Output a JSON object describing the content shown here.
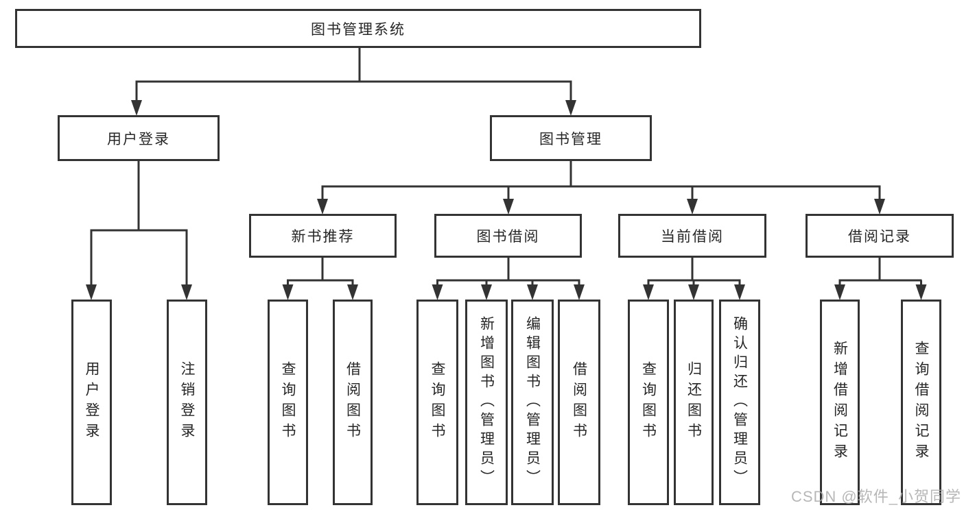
{
  "colors": {
    "line": "#333333",
    "box_border": "#333333",
    "text": "#262626",
    "background": "#ffffff",
    "watermark": "#aaaaaa"
  },
  "tree": {
    "label": "图书管理系统",
    "children": [
      {
        "label": "用户登录",
        "children": [
          {
            "label": "用户登录"
          },
          {
            "label": "注销登录"
          }
        ]
      },
      {
        "label": "图书管理",
        "children": [
          {
            "label": "新书推荐",
            "children": [
              {
                "label": "查询图书"
              },
              {
                "label": "借阅图书"
              }
            ]
          },
          {
            "label": "图书借阅",
            "children": [
              {
                "label": "查询图书"
              },
              {
                "label": "新增图书（管理员）"
              },
              {
                "label": "编辑图书（管理员）"
              },
              {
                "label": "借阅图书"
              }
            ]
          },
          {
            "label": "当前借阅",
            "children": [
              {
                "label": "查询图书"
              },
              {
                "label": "归还图书"
              },
              {
                "label": "确认归还（管理员）"
              }
            ]
          },
          {
            "label": "借阅记录",
            "children": [
              {
                "label": "新增借阅记录"
              },
              {
                "label": "查询借阅记录"
              }
            ]
          }
        ]
      }
    ]
  },
  "watermark": {
    "text": "CSDN @软件_小贺同学"
  }
}
